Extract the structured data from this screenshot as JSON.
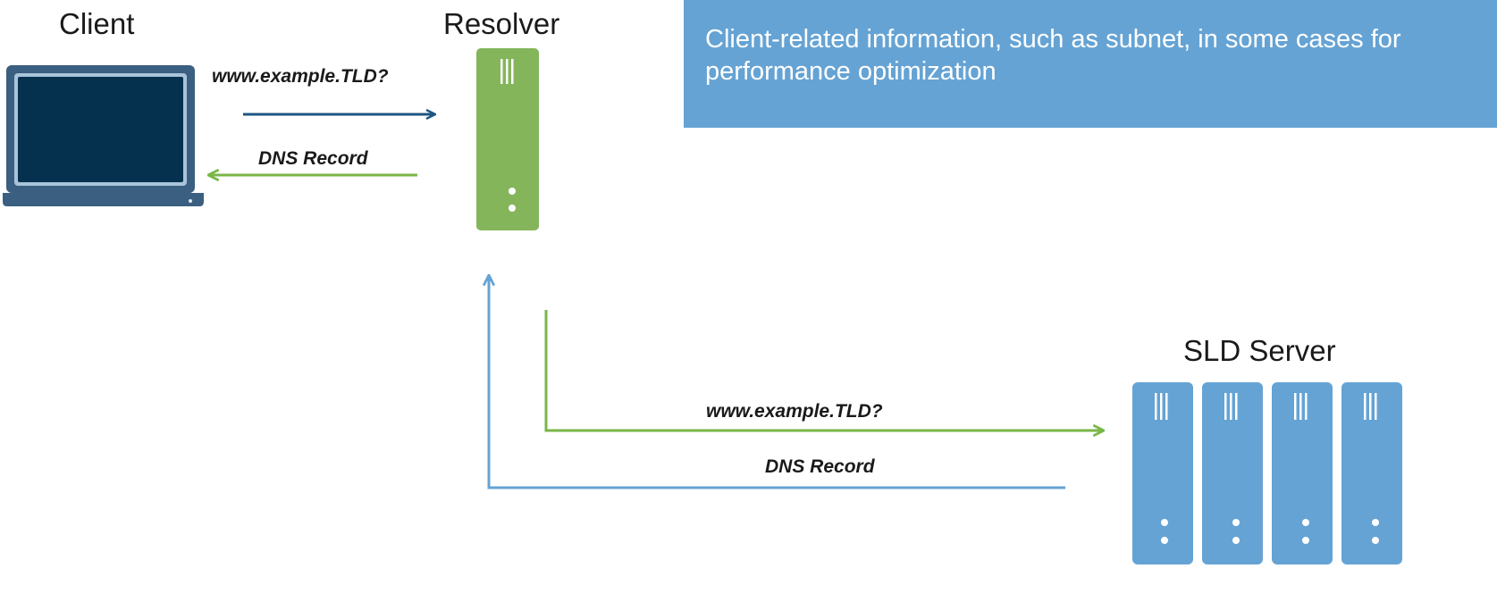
{
  "nodes": {
    "client": {
      "label": "Client"
    },
    "resolver": {
      "label": "Resolver"
    },
    "sld_server": {
      "label": "SLD Server"
    }
  },
  "messages": {
    "client_query": "www.example.TLD?",
    "client_response": "DNS Record",
    "sld_query": "www.example.TLD?",
    "sld_response": "DNS Record"
  },
  "note": {
    "text": "Client-related information, such as subnet, in some cases for performance optimization"
  },
  "colors": {
    "query_arrow": "#1f5582",
    "response_arrow": "#7ab648",
    "server_blue": "#65a3d4",
    "resolver_green": "#84b55b",
    "note_background": "#65a3d4"
  }
}
